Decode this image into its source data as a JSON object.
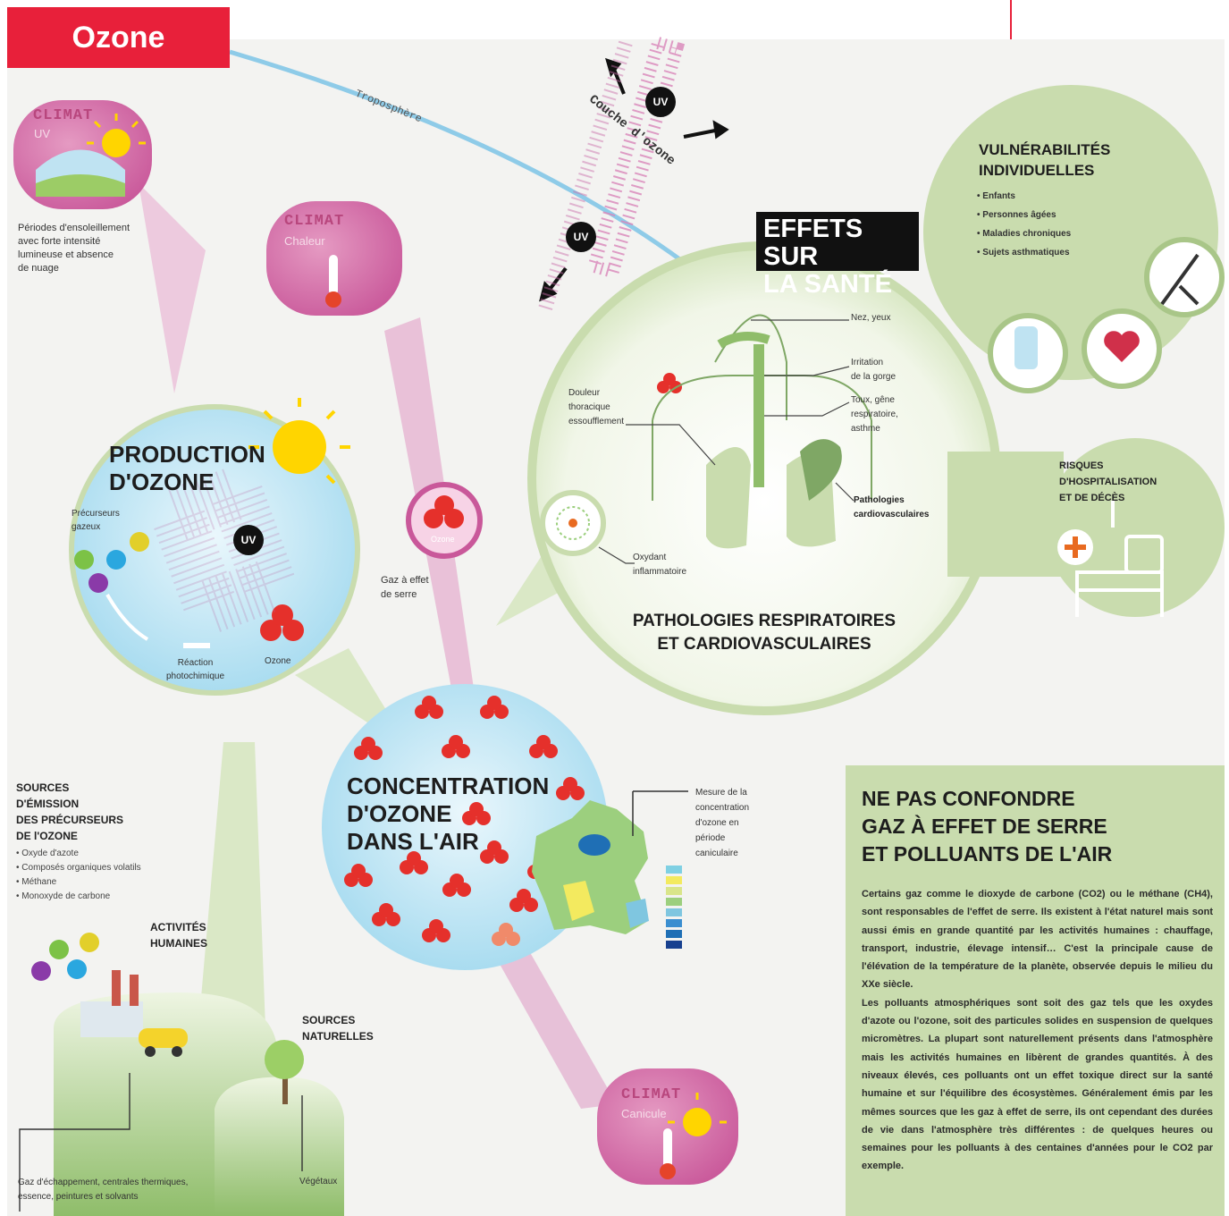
{
  "title": "Ozone",
  "atmosphere": {
    "troposphere": "Troposphère",
    "ozone_layer": "Couche d'ozone",
    "uv": "UV"
  },
  "climat_uv": {
    "heading": "CLIMAT",
    "sub": "UV",
    "caption": [
      "Périodes d'ensoleillement",
      "avec forte intensité",
      "lumineuse et absence",
      "de nuage"
    ]
  },
  "climat_chaleur": {
    "heading": "CLIMAT",
    "sub": "Chaleur"
  },
  "climat_canicule": {
    "heading": "CLIMAT",
    "sub": "Canicule"
  },
  "production": {
    "title_l1": "PRODUCTION",
    "title_l2": "D'OZONE",
    "precursors_l1": "Précurseurs",
    "precursors_l2": "gazeux",
    "reaction_l1": "Réaction",
    "reaction_l2": "photochimique",
    "ozone": "Ozone",
    "uv": "UV"
  },
  "greenhouse": {
    "badge": "Ozone",
    "label_l1": "Gaz à effet",
    "label_l2": "de serre"
  },
  "concentration": {
    "title_l1": "CONCENTRATION",
    "title_l2": "D'OZONE",
    "title_l3": "DANS L'AIR"
  },
  "map_caption": [
    "Mesure de la",
    "concentration",
    "d'ozone en",
    "période",
    "caniculaire"
  ],
  "sources": {
    "title_l1": "SOURCES",
    "title_l2": "D'ÉMISSION",
    "title_l3": "DES PRÉCURSEURS",
    "title_l4": "DE l'OZONE",
    "items": [
      "Oxyde d'azote",
      "Composés organiques volatils",
      "Méthane",
      "Monoxyde de carbone"
    ]
  },
  "human": {
    "l1": "ACTIVITÉS",
    "l2": "HUMAINES",
    "caption_l1": "Gaz d'échappement, centrales thermiques,",
    "caption_l2": "essence, peintures et solvants"
  },
  "natural": {
    "l1": "SOURCES",
    "l2": "NATURELLES",
    "caption": "Végétaux"
  },
  "effects": {
    "title_l1": "EFFETS SUR",
    "title_l2": "LA SANTÉ",
    "nose": "Nez, yeux",
    "throat_l1": "Irritation",
    "throat_l2": "de la gorge",
    "cough_l1": "Toux, gêne",
    "cough_l2": "respiratoire,",
    "cough_l3": "asthme",
    "cardio_l1": "Pathologies",
    "cardio_l2": "cardiovasculaires",
    "chest_l1": "Douleur",
    "chest_l2": "thoracique",
    "chest_l3": "essoufflement",
    "oxidant_l1": "Oxydant",
    "oxidant_l2": "inflammatoire",
    "bottom_l1": "PATHOLOGIES RESPIRATOIRES",
    "bottom_l2": "ET CARDIOVASCULAIRES"
  },
  "vulnerabilities": {
    "title_l1": "VULNÉRABILITÉS",
    "title_l2": "INDIVIDUELLES",
    "items": [
      "Enfants",
      "Personnes âgées",
      "Maladies chroniques",
      "Sujets asthmatiques"
    ]
  },
  "risks": {
    "l1": "RISQUES",
    "l2": "D'HOSPITALISATION",
    "l3": "ET DE DÉCÈS"
  },
  "notebox": {
    "title_l1": "NE PAS CONFONDRE",
    "title_l2": "GAZ À EFFET DE SERRE",
    "title_l3": "ET POLLUANTS DE L'AIR",
    "p1": "Certains gaz comme le dioxyde de carbone (CO2) ou le méthane (CH4), sont responsables de l'effet de serre. Ils existent à l'état naturel mais sont aussi émis en grande quantité par les activités humaines : chauffage, transport, industrie, élevage intensif… C'est la principale cause de l'élévation de la température de la planète, observée depuis le milieu du XXe siècle.",
    "p2": "Les polluants atmosphériques sont soit des gaz tels que les oxydes d'azote ou l'ozone, soit des particules solides en suspension de quelques micromètres. La plupart sont naturellement présents dans l'atmosphère mais les activités humaines en libèrent de grandes quantités. À des niveaux élevés, ces polluants ont un effet toxique direct sur la santé humaine et sur l'équilibre des écosystèmes. Généralement émis par les mêmes sources que les gaz à effet de serre, ils ont cependant des durées de vie dans l'atmosphère très différentes : de quelques heures ou semaines pour les polluants à des centaines d'années pour le CO2 par exemple."
  },
  "colors": {
    "brand_red": "#e8203a",
    "pink": "#c8589a",
    "green": "#c9dcae",
    "blue": "#bfe3f2"
  }
}
